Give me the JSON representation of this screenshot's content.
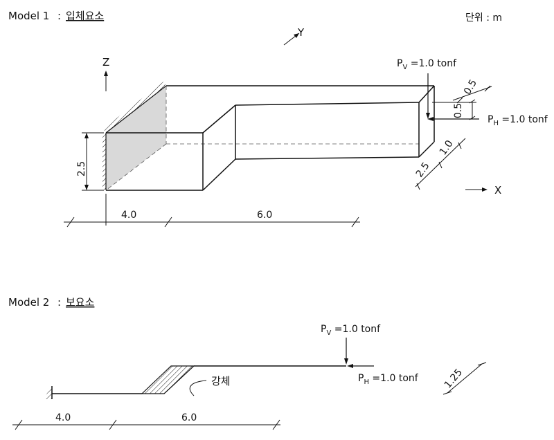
{
  "model1": {
    "label": "Model 1",
    "separator": ":",
    "element_type": "입체요소",
    "unit_label": "단위 : m",
    "axes": {
      "x": "X",
      "y": "Y",
      "z": "Z"
    },
    "loads": {
      "pv": {
        "sym": "P",
        "sub": "V",
        "value": " =1.0 tonf"
      },
      "ph": {
        "sym": "P",
        "sub": "H",
        "value": " =1.0 tonf"
      }
    },
    "dims": {
      "height": "2.5",
      "len1": "4.0",
      "len2": "6.0",
      "top_h": "0.5",
      "top_w": "0.5",
      "depth_a": "1.0",
      "depth_b": "2.5"
    }
  },
  "model2": {
    "label": "Model 2",
    "separator": ":",
    "element_type": "보요소",
    "rigid_label": "강체",
    "loads": {
      "pv": {
        "sym": "P",
        "sub": "V",
        "value": " =1.0 tonf"
      },
      "ph": {
        "sym": "P",
        "sub": "H",
        "value": " =1.0 tonf"
      }
    },
    "dims": {
      "len1": "4.0",
      "len2": "6.0",
      "offset": "1.25"
    }
  }
}
